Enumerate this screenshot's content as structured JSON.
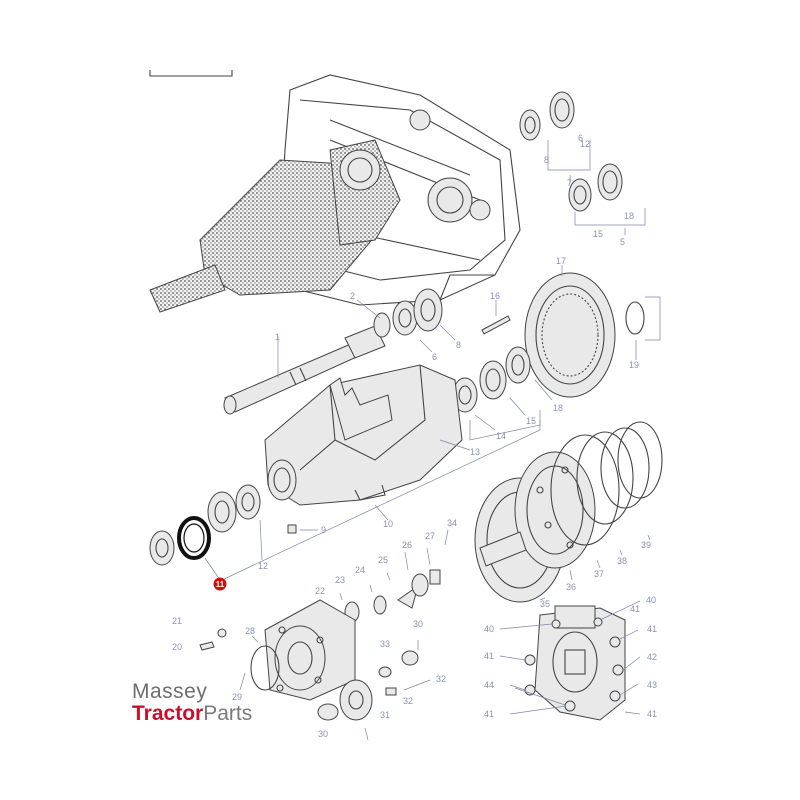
{
  "diagram": {
    "callouts": [
      {
        "id": "c1",
        "text": "1"
      },
      {
        "id": "c2",
        "text": "2"
      },
      {
        "id": "c6a",
        "text": "6"
      },
      {
        "id": "c8a",
        "text": "8"
      },
      {
        "id": "c6b",
        "text": "6"
      },
      {
        "id": "c8b",
        "text": "8"
      },
      {
        "id": "c7",
        "text": "7"
      },
      {
        "id": "c12a",
        "text": "12"
      },
      {
        "id": "c15a",
        "text": "15"
      },
      {
        "id": "c18a",
        "text": "18"
      },
      {
        "id": "c5",
        "text": "5"
      },
      {
        "id": "c16",
        "text": "16"
      },
      {
        "id": "c17",
        "text": "17"
      },
      {
        "id": "c19",
        "text": "19"
      },
      {
        "id": "c14",
        "text": "14"
      },
      {
        "id": "c15b",
        "text": "15"
      },
      {
        "id": "c18b",
        "text": "18"
      },
      {
        "id": "c13",
        "text": "13"
      },
      {
        "id": "c10",
        "text": "10"
      },
      {
        "id": "c9",
        "text": "9"
      },
      {
        "id": "c12b",
        "text": "12"
      },
      {
        "id": "c34",
        "text": "34"
      },
      {
        "id": "c27",
        "text": "27"
      },
      {
        "id": "c26",
        "text": "26"
      },
      {
        "id": "c25",
        "text": "25"
      },
      {
        "id": "c24",
        "text": "24"
      },
      {
        "id": "c23",
        "text": "23"
      },
      {
        "id": "c22",
        "text": "22"
      },
      {
        "id": "c21",
        "text": "21"
      },
      {
        "id": "c20",
        "text": "20"
      },
      {
        "id": "c28",
        "text": "28"
      },
      {
        "id": "c29",
        "text": "29"
      },
      {
        "id": "c30a",
        "text": "30"
      },
      {
        "id": "c33",
        "text": "33"
      },
      {
        "id": "c32a",
        "text": "32"
      },
      {
        "id": "c32b",
        "text": "32"
      },
      {
        "id": "c30b",
        "text": "30"
      },
      {
        "id": "c31",
        "text": "31"
      },
      {
        "id": "c35",
        "text": "35"
      },
      {
        "id": "c36",
        "text": "36"
      },
      {
        "id": "c37",
        "text": "37"
      },
      {
        "id": "c38",
        "text": "38"
      },
      {
        "id": "c39",
        "text": "39"
      },
      {
        "id": "c40a",
        "text": "40"
      },
      {
        "id": "c40b",
        "text": "40"
      },
      {
        "id": "c41a",
        "text": "41"
      },
      {
        "id": "c41b",
        "text": "41"
      },
      {
        "id": "c41c",
        "text": "41"
      },
      {
        "id": "c41d",
        "text": "41"
      },
      {
        "id": "c41e",
        "text": "41"
      },
      {
        "id": "c42",
        "text": "42"
      },
      {
        "id": "c43",
        "text": "43"
      },
      {
        "id": "c44",
        "text": "44"
      }
    ],
    "highlight": {
      "text": "11",
      "color": "#cc1111"
    }
  },
  "brand": {
    "line1": "Massey",
    "line2_bold": "Tractor",
    "line2_light": "Parts",
    "color_red": "#c8102e",
    "color_grey": "#6e6e6e"
  },
  "colors": {
    "label": "#8a93b3",
    "line": "#444444"
  }
}
